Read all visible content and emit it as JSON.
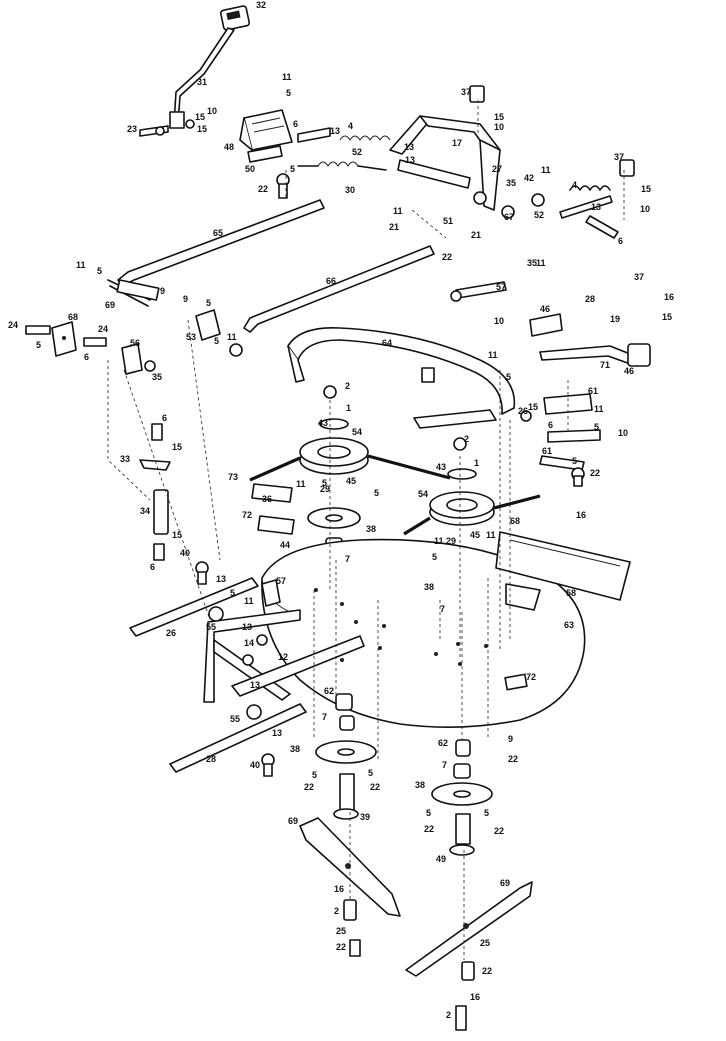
{
  "colors": {
    "ink": "#111111",
    "paper": "#ffffff"
  },
  "labels": [
    {
      "id": "l1",
      "t": "32"
    },
    {
      "id": "l2",
      "t": "31"
    },
    {
      "id": "l3",
      "t": "10"
    },
    {
      "id": "l4",
      "t": "15"
    },
    {
      "id": "l5",
      "t": "23"
    },
    {
      "id": "l6",
      "t": "15"
    },
    {
      "id": "l7",
      "t": "11"
    },
    {
      "id": "l8",
      "t": "5"
    },
    {
      "id": "l9",
      "t": "6"
    },
    {
      "id": "l10",
      "t": "13"
    },
    {
      "id": "l11",
      "t": "4"
    },
    {
      "id": "l12",
      "t": "48"
    },
    {
      "id": "l13",
      "t": "50"
    },
    {
      "id": "l14",
      "t": "5"
    },
    {
      "id": "l15",
      "t": "22"
    },
    {
      "id": "l16",
      "t": "52"
    },
    {
      "id": "l17",
      "t": "13"
    },
    {
      "id": "l18",
      "t": "13"
    },
    {
      "id": "l19",
      "t": "17"
    },
    {
      "id": "l20",
      "t": "30"
    },
    {
      "id": "l21",
      "t": "27"
    },
    {
      "id": "l22",
      "t": "37"
    },
    {
      "id": "l23",
      "t": "15"
    },
    {
      "id": "l24",
      "t": "10"
    },
    {
      "id": "l25",
      "t": "37"
    },
    {
      "id": "l26",
      "t": "42"
    },
    {
      "id": "l27",
      "t": "11"
    },
    {
      "id": "l28",
      "t": "35"
    },
    {
      "id": "l29",
      "t": "4"
    },
    {
      "id": "l30",
      "t": "15"
    },
    {
      "id": "l31",
      "t": "10"
    },
    {
      "id": "l32",
      "t": "67"
    },
    {
      "id": "l33",
      "t": "52"
    },
    {
      "id": "l34",
      "t": "13"
    },
    {
      "id": "l35",
      "t": "6"
    },
    {
      "id": "l36",
      "t": "11"
    },
    {
      "id": "l37",
      "t": "21"
    },
    {
      "id": "l38",
      "t": "51"
    },
    {
      "id": "l39",
      "t": "21"
    },
    {
      "id": "l40",
      "t": "22"
    },
    {
      "id": "l41",
      "t": "65"
    },
    {
      "id": "l42",
      "t": "11"
    },
    {
      "id": "l43",
      "t": "5"
    },
    {
      "id": "l44",
      "t": "9"
    },
    {
      "id": "l45",
      "t": "69"
    },
    {
      "id": "l46",
      "t": "66"
    },
    {
      "id": "l47",
      "t": "35"
    },
    {
      "id": "l48",
      "t": "11"
    },
    {
      "id": "l49",
      "t": "57"
    },
    {
      "id": "l50",
      "t": "37"
    },
    {
      "id": "l51",
      "t": "16"
    },
    {
      "id": "l52",
      "t": "15"
    },
    {
      "id": "l53",
      "t": "24"
    },
    {
      "id": "l54",
      "t": "68"
    },
    {
      "id": "l55",
      "t": "24"
    },
    {
      "id": "l56",
      "t": "5"
    },
    {
      "id": "l57",
      "t": "6"
    },
    {
      "id": "l58",
      "t": "56"
    },
    {
      "id": "l59",
      "t": "35"
    },
    {
      "id": "l60",
      "t": "9"
    },
    {
      "id": "l61",
      "t": "5"
    },
    {
      "id": "l62",
      "t": "53"
    },
    {
      "id": "l63",
      "t": "5"
    },
    {
      "id": "l64",
      "t": "11"
    },
    {
      "id": "l65",
      "t": "64"
    },
    {
      "id": "l66",
      "t": "28"
    },
    {
      "id": "l67",
      "t": "10"
    },
    {
      "id": "l68",
      "t": "46"
    },
    {
      "id": "l69",
      "t": "19"
    },
    {
      "id": "l70",
      "t": "71"
    },
    {
      "id": "l71",
      "t": "46"
    },
    {
      "id": "l72",
      "t": "11"
    },
    {
      "id": "l73",
      "t": "5"
    },
    {
      "id": "l74",
      "t": "61"
    },
    {
      "id": "l75",
      "t": "15"
    },
    {
      "id": "l76",
      "t": "11"
    },
    {
      "id": "l77",
      "t": "5"
    },
    {
      "id": "l78",
      "t": "10"
    },
    {
      "id": "l79",
      "t": "26"
    },
    {
      "id": "l80",
      "t": "6"
    },
    {
      "id": "l81",
      "t": "61"
    },
    {
      "id": "l82",
      "t": "5"
    },
    {
      "id": "l83",
      "t": "22"
    },
    {
      "id": "l84",
      "t": "2"
    },
    {
      "id": "l85",
      "t": "1"
    },
    {
      "id": "l86",
      "t": "43"
    },
    {
      "id": "l87",
      "t": "54"
    },
    {
      "id": "l88",
      "t": "6"
    },
    {
      "id": "l89",
      "t": "15"
    },
    {
      "id": "l90",
      "t": "33"
    },
    {
      "id": "l91",
      "t": "73"
    },
    {
      "id": "l92",
      "t": "11"
    },
    {
      "id": "l93",
      "t": "5"
    },
    {
      "id": "l94",
      "t": "29"
    },
    {
      "id": "l95",
      "t": "45"
    },
    {
      "id": "l96",
      "t": "5"
    },
    {
      "id": "l97",
      "t": "36"
    },
    {
      "id": "l98",
      "t": "72"
    },
    {
      "id": "l99",
      "t": "44"
    },
    {
      "id": "l100",
      "t": "38"
    },
    {
      "id": "l101",
      "t": "7"
    },
    {
      "id": "l102",
      "t": "2"
    },
    {
      "id": "l103",
      "t": "1"
    },
    {
      "id": "l104",
      "t": "43"
    },
    {
      "id": "l105",
      "t": "54"
    },
    {
      "id": "l106",
      "t": "34"
    },
    {
      "id": "l107",
      "t": "15"
    },
    {
      "id": "l108",
      "t": "6"
    },
    {
      "id": "l109",
      "t": "40"
    },
    {
      "id": "l110",
      "t": "13"
    },
    {
      "id": "l111",
      "t": "5"
    },
    {
      "id": "l112",
      "t": "11"
    },
    {
      "id": "l113",
      "t": "57"
    },
    {
      "id": "l114",
      "t": "26"
    },
    {
      "id": "l115",
      "t": "55"
    },
    {
      "id": "l116",
      "t": "13"
    },
    {
      "id": "l117",
      "t": "14"
    },
    {
      "id": "l118",
      "t": "12"
    },
    {
      "id": "l119",
      "t": "13"
    },
    {
      "id": "l120",
      "t": "55"
    },
    {
      "id": "l121",
      "t": "28"
    },
    {
      "id": "l122",
      "t": "13"
    },
    {
      "id": "l123",
      "t": "40"
    },
    {
      "id": "l124",
      "t": "11"
    },
    {
      "id": "l125",
      "t": "29"
    },
    {
      "id": "l126",
      "t": "45"
    },
    {
      "id": "l127",
      "t": "5"
    },
    {
      "id": "l128",
      "t": "11"
    },
    {
      "id": "l129",
      "t": "38"
    },
    {
      "id": "l130",
      "t": "7"
    },
    {
      "id": "l131",
      "t": "16"
    },
    {
      "id": "l132",
      "t": "68"
    },
    {
      "id": "l133",
      "t": "58"
    },
    {
      "id": "l134",
      "t": "63"
    },
    {
      "id": "l135",
      "t": "72"
    },
    {
      "id": "l136",
      "t": "62"
    },
    {
      "id": "l137",
      "t": "7"
    },
    {
      "id": "l138",
      "t": "38"
    },
    {
      "id": "l139",
      "t": "5"
    },
    {
      "id": "l140",
      "t": "22"
    },
    {
      "id": "l141",
      "t": "5"
    },
    {
      "id": "l142",
      "t": "22"
    },
    {
      "id": "l143",
      "t": "39"
    },
    {
      "id": "l144",
      "t": "62"
    },
    {
      "id": "l145",
      "t": "7"
    },
    {
      "id": "l146",
      "t": "9"
    },
    {
      "id": "l147",
      "t": "22"
    },
    {
      "id": "l148",
      "t": "38"
    },
    {
      "id": "l149",
      "t": "5"
    },
    {
      "id": "l150",
      "t": "22"
    },
    {
      "id": "l151",
      "t": "5"
    },
    {
      "id": "l152",
      "t": "22"
    },
    {
      "id": "l153",
      "t": "49"
    },
    {
      "id": "l154",
      "t": "69"
    },
    {
      "id": "l155",
      "t": "16"
    },
    {
      "id": "l156",
      "t": "2"
    },
    {
      "id": "l157",
      "t": "25"
    },
    {
      "id": "l158",
      "t": "22"
    },
    {
      "id": "l159",
      "t": "69"
    },
    {
      "id": "l160",
      "t": "25"
    },
    {
      "id": "l161",
      "t": "22"
    },
    {
      "id": "l162",
      "t": "16"
    },
    {
      "id": "l163",
      "t": "2"
    }
  ]
}
